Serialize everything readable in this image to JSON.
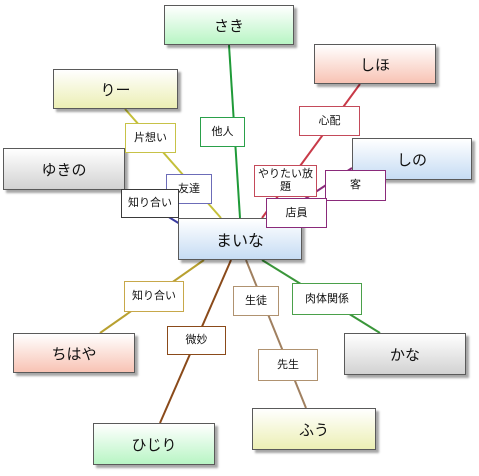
{
  "nodes": {
    "saki": "さき",
    "ri": "りー",
    "shiho": "しほ",
    "yukino": "ゆきの",
    "shino": "しの",
    "maina": "まいな",
    "chihaya": "ちはや",
    "kana": "かな",
    "fuu": "ふう",
    "hijiri": "ひじり"
  },
  "relations": {
    "saki_maina": "他人",
    "ri_maina_1": "片想い",
    "ri_maina_2": "友達",
    "yukino_maina": "知り合い",
    "shiho_maina_1": "心配",
    "shiho_maina_2": "やりたい放題",
    "shino_maina_1": "客",
    "shino_maina_2": "店員",
    "maina_chihaya": "知り合い",
    "maina_fuu_1": "生徒",
    "maina_fuu_2": "先生",
    "maina_kana": "肉体関係",
    "maina_hijiri": "微妙"
  },
  "colors": {
    "saki_link": "#1f9a38",
    "ri_link": "#c4bf3a",
    "yukino_link": "#3a3aa0",
    "shiho_link": "#c83a48",
    "shino_link": "#8a2a7a",
    "chihaya_link": "#b8a030",
    "fuu_link": "#a08060",
    "kana_link": "#3a963a",
    "hijiri_link": "#8a4a1a"
  }
}
